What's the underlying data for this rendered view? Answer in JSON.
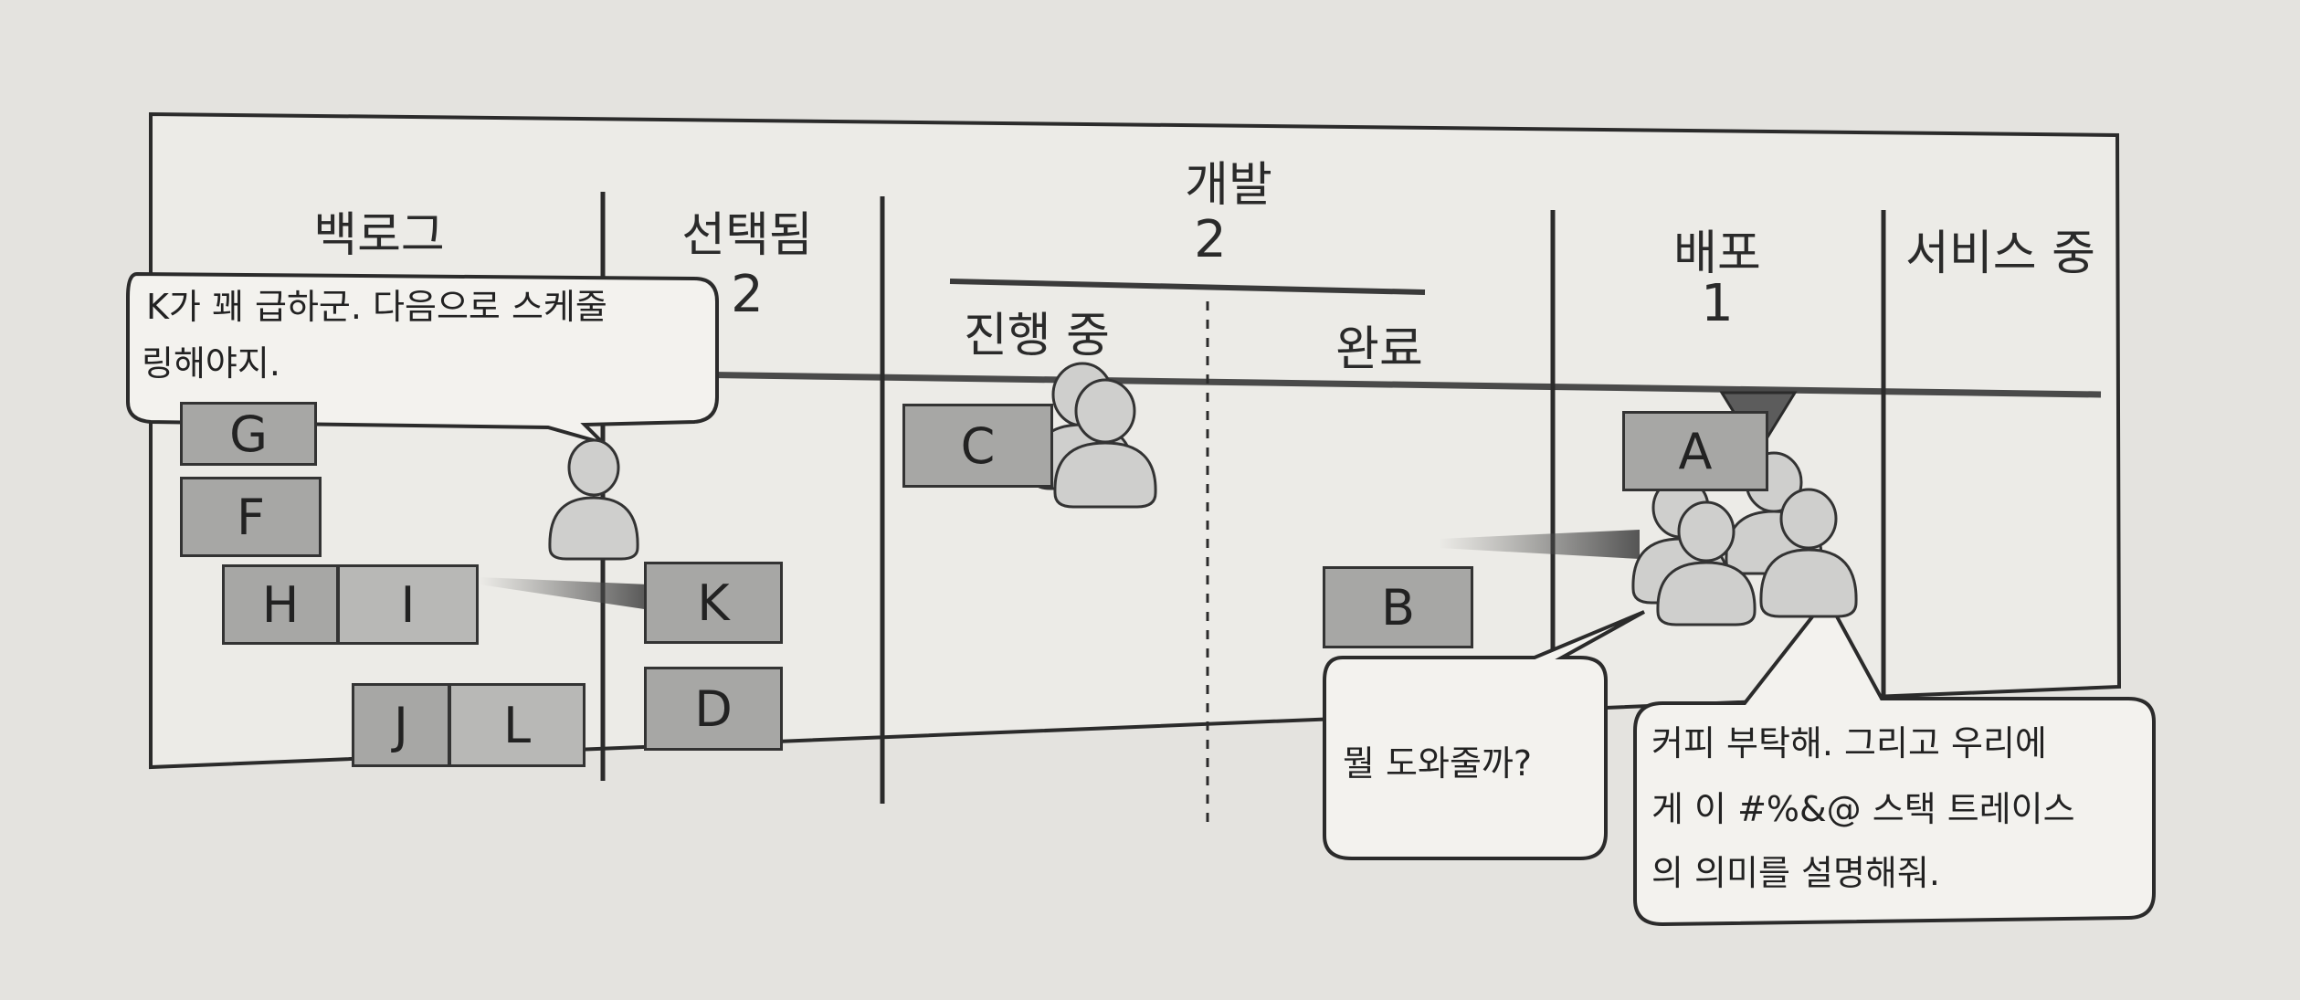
{
  "board": {
    "columns": {
      "backlog": "백로그",
      "selected": "선택됨",
      "selected_wip": "2",
      "development": "개발",
      "development_wip": "2",
      "in_progress": "진행 중",
      "done": "완료",
      "deploy": "배포",
      "deploy_wip": "1",
      "in_service": "서비스 중"
    },
    "cards": {
      "g": "G",
      "f": "F",
      "h": "H",
      "i": "I",
      "j": "J",
      "l": "L",
      "k": "K",
      "d": "D",
      "c": "C",
      "b": "B",
      "a": "A"
    }
  },
  "bubbles": {
    "manager_line1": "K가 꽤 급하군. 다음으로 스케줄",
    "manager_line2": "링해야지.",
    "helper": "뭘 도와줄까?",
    "request_line1": "커피 부탁해. 그리고 우리에",
    "request_line2": "게 이 #%&@ 스택 트레이스",
    "request_line3": "의 의미를 설명해줘."
  },
  "colors": {
    "background": "#e4e3df",
    "board": "#ecebe7",
    "card": "#a7a7a5",
    "bubble": "#f3f2ee",
    "marker": "#5c5c5c",
    "ink": "#2a2a2a"
  }
}
